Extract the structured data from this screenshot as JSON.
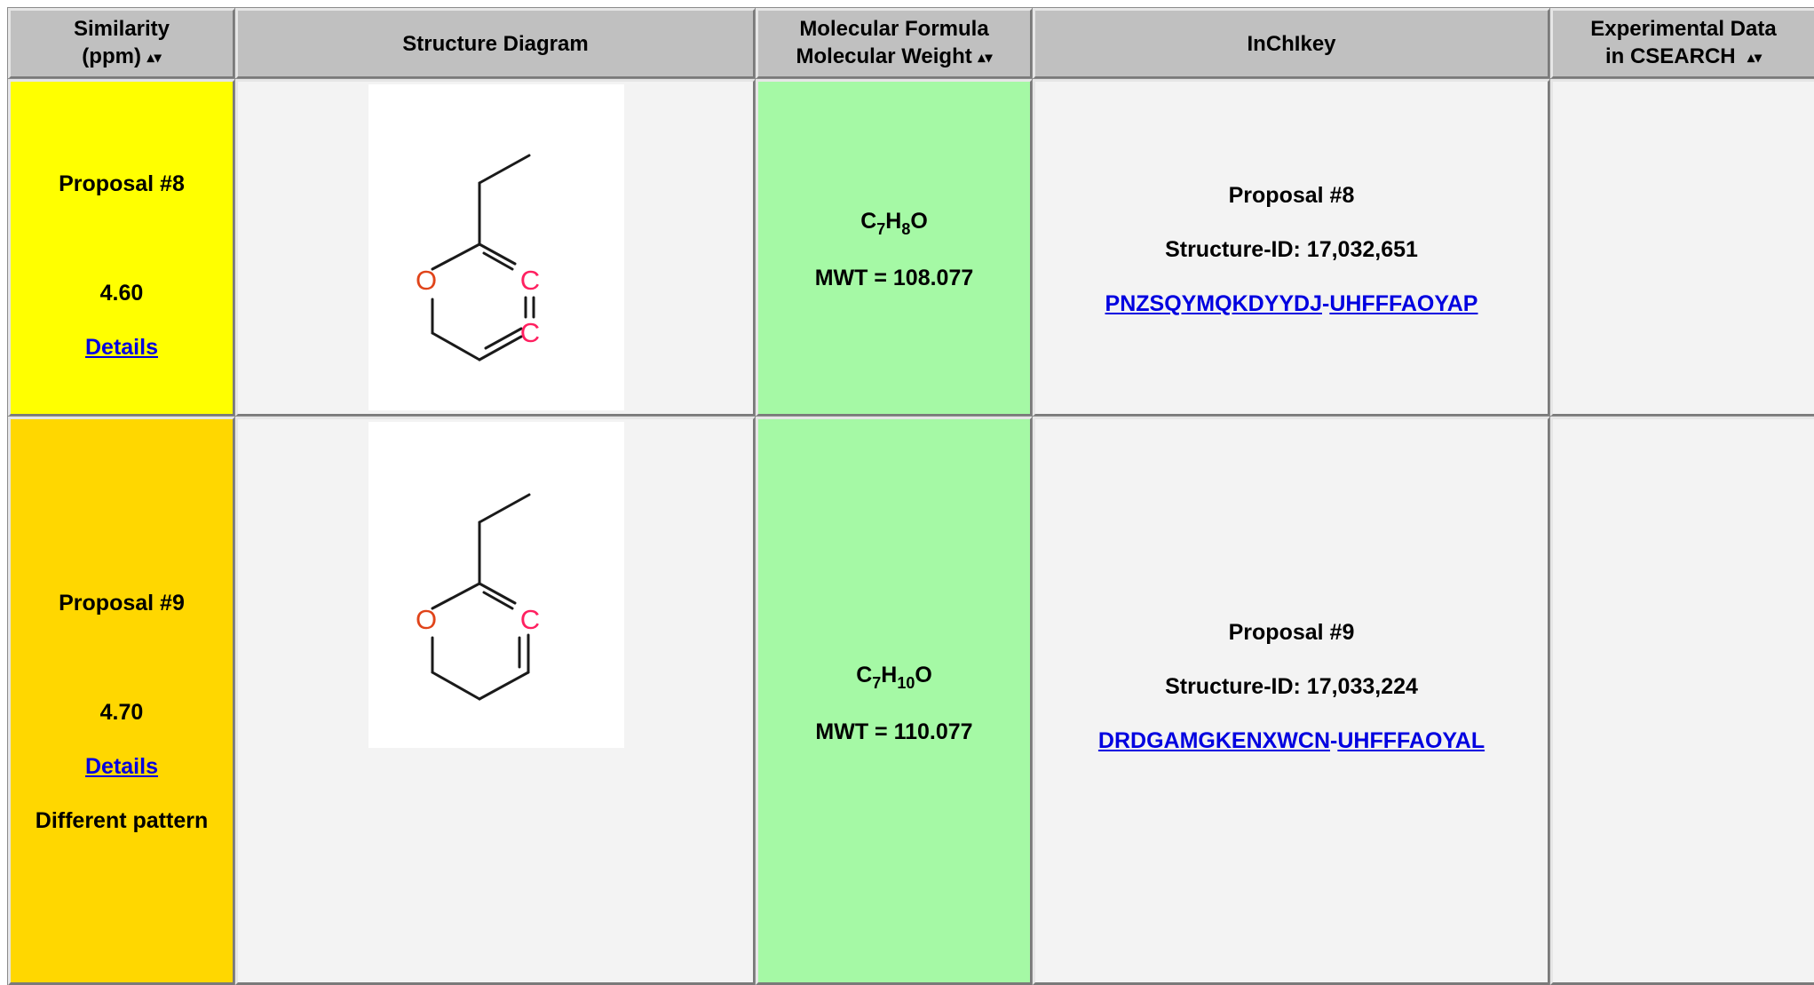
{
  "headers": {
    "similarity": [
      "Similarity",
      "(ppm)"
    ],
    "structure": "Structure Diagram",
    "formula": [
      "Molecular Formula",
      "Molecular Weight"
    ],
    "inchikey": "InChIkey",
    "experimental": [
      "Experimental Data",
      "in CSEARCH"
    ],
    "sort_icon": "▴▾"
  },
  "rows": [
    {
      "proposal": "Proposal #8",
      "score": "4.60",
      "details": "Details",
      "note": "",
      "formula": {
        "C": "C",
        "c_sub": "7",
        "H": "H",
        "h_sub": "8",
        "O": "O"
      },
      "mwt": "MWT = 108.077",
      "structure_id": "Structure-ID: 17,032,651",
      "key_part1": "PNZSQYMQKDYYDJ",
      "key_sep": "-",
      "key_part2": "UHFFFAOYAP",
      "atom_O": "O",
      "atom_C": "C"
    },
    {
      "proposal": "Proposal #9",
      "score": "4.70",
      "details": "Details",
      "note": "Different pattern",
      "formula": {
        "C": "C",
        "c_sub": "7",
        "H": "H",
        "h_sub": "10",
        "O": "O"
      },
      "mwt": "MWT = 110.077",
      "structure_id": "Structure-ID: 17,033,224",
      "key_part1": "DRDGAMGKENXWCN",
      "key_sep": "-",
      "key_part2": "UHFFFAOYAL",
      "atom_O": "O",
      "atom_C": "C"
    }
  ],
  "colors": {
    "header": "#c0c0c0",
    "row1_score": "#ffff00",
    "row2_score": "#ffd700",
    "formula_bg": "#a5f9a5",
    "cell_bg": "#f3f3f3",
    "link": "#0000e0",
    "oxygen": "#e0441a",
    "carbon_radical": "#ff2060"
  }
}
